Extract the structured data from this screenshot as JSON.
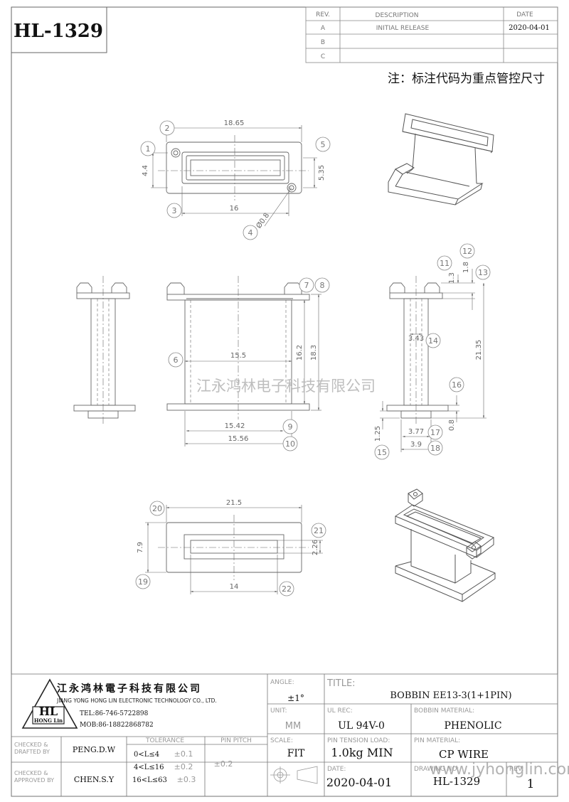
{
  "part_number": "HL-1329",
  "revision_table": {
    "headers": {
      "rev": "REV.",
      "description": "DESCRIPTION",
      "date": "DATE"
    },
    "rows": [
      {
        "rev": "A",
        "description": "INITIAL RELEASE",
        "date": "2020-04-01"
      },
      {
        "rev": "B",
        "description": "",
        "date": ""
      },
      {
        "rev": "C",
        "description": "",
        "date": ""
      }
    ]
  },
  "note": "注：标注代码为重点管控尺寸",
  "watermark": "江永鸿林电子科技有限公司",
  "watermark_url": "www.jyhonglin.com.cn",
  "top_view": {
    "dims": {
      "overall_width": "18.65",
      "height": "4.4",
      "right_height": "5.35",
      "inner_width": "16",
      "hole": "Ø0.8"
    },
    "callouts": [
      "1",
      "2",
      "3",
      "4",
      "5"
    ]
  },
  "front_view": {
    "dims": {
      "inner": "15.5",
      "h1": "16.2",
      "h2": "18.3",
      "w1": "15.42",
      "w2": "15.56"
    },
    "callouts": [
      "6",
      "7",
      "8",
      "9",
      "10"
    ]
  },
  "side_view": {
    "dims": {
      "top1": "1.8",
      "top2": "1.3",
      "core": "3.43",
      "total": "21.35",
      "flange": "0.8",
      "pin": "1.25",
      "w1": "3.77",
      "w2": "3.9"
    },
    "callouts": [
      "11",
      "12",
      "13",
      "14",
      "15",
      "16",
      "17",
      "18"
    ]
  },
  "bottom_view": {
    "dims": {
      "width": "21.5",
      "height": "7.9",
      "slot_h": "2.26",
      "slot_w": "14"
    },
    "callouts": [
      "19",
      "20",
      "21",
      "22"
    ]
  },
  "title_block": {
    "company_cn": "江永鸿林電子科技有限公司",
    "company_en": "JIANG YONG HONG LIN ELECTRONIC TECHNOLOGY CO., LTD.",
    "logo_text": "HL",
    "logo_sub": "HONG Lin",
    "tel": "TEL:86-746-5722898",
    "mob": "MOB:86-18822868782",
    "angle_label": "ANGLE:",
    "angle_value": "±1°",
    "title_label": "TITLE:",
    "title_value": "BOBBIN   EE13-3(1+1PIN)",
    "unit_label": "UNIT:",
    "unit_value": "MM",
    "ul_label": "UL REC:",
    "ul_value": "UL 94V-0",
    "bobbin_material_label": "BOBBIN MATERIAL:",
    "bobbin_material_value": "PHENOLIC",
    "checked_drafted_label": "CHECKED &\nDRAFTED BY",
    "checked_drafted_value": "PENG.D.W",
    "tolerance_label": "TOLERANCE",
    "tolerance_rows": [
      {
        "range": "0<L≤4",
        "value": "±0.1"
      },
      {
        "range": "4<L≤16",
        "value": "±0.2"
      },
      {
        "range": "16<L≤63",
        "value": "±0.3"
      }
    ],
    "pin_pitch_label": "PIN PITCH",
    "pin_pitch_value": "±0.2",
    "scale_label": "SCALE:",
    "scale_value": "FIT",
    "pin_tension_label": "PIN TENSION LOAD:",
    "pin_tension_value": "1.0kg MIN",
    "pin_material_label": "PIN MATERIAL:",
    "pin_material_value": "CP WIRE",
    "checked_approved_label": "CHECKED &\nAPPROVED BY",
    "checked_approved_value": "CHEN.S.Y",
    "date_label": "DATE:",
    "date_value": "2020-04-01",
    "drawing_no_label": "DRAWING NO:",
    "drawing_no_value": "HL-1329",
    "sheet_label": "REV:",
    "sheet_value": "1"
  }
}
